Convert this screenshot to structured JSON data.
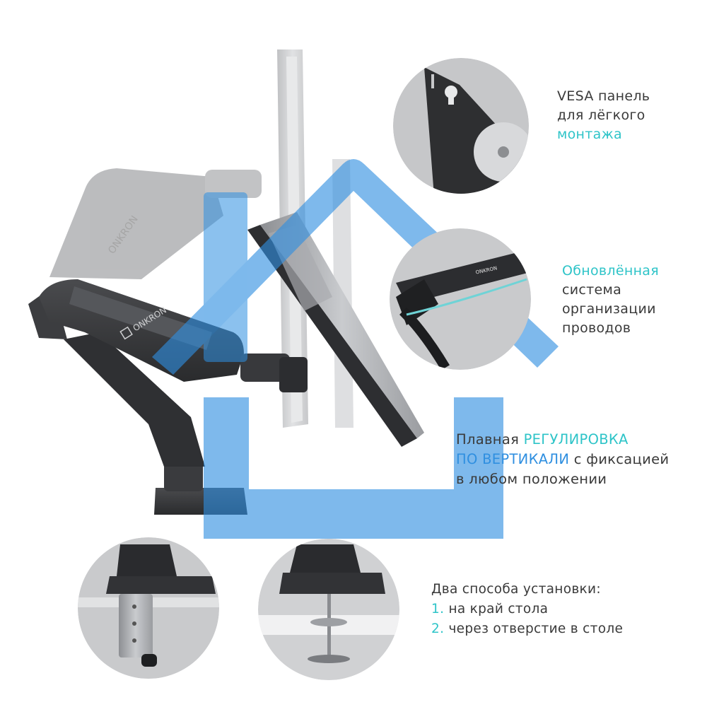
{
  "brand": {
    "logo_text": "ONKRON"
  },
  "colors": {
    "accent": "#2ec4c8",
    "arrow_blue": "#2f8fe0",
    "text": "#3a3a3a",
    "metal_dark": "#3c3c3e",
    "monitor_silver": "#b9bbbe"
  },
  "features": {
    "vesa": {
      "line1": "VESA панель",
      "line2": "для лёгкого",
      "line3_accent": "монтажа"
    },
    "cables": {
      "line1_accent": "Обновлённая",
      "line2": "система",
      "line3": "организации",
      "line4": "проводов"
    },
    "height": {
      "line1_plain": "Плавная",
      "line1_accent": "РЕГУЛИРОВКА",
      "line2_accent": "ПО ВЕРТИКАЛИ",
      "line2_plain": "с фиксацией",
      "line3": "в любом положении"
    },
    "install": {
      "title": "Два способа установки:",
      "option1_num": "1.",
      "option1_text": "на край стола",
      "option2_num": "2.",
      "option2_text": "через отверстие в столе"
    }
  }
}
